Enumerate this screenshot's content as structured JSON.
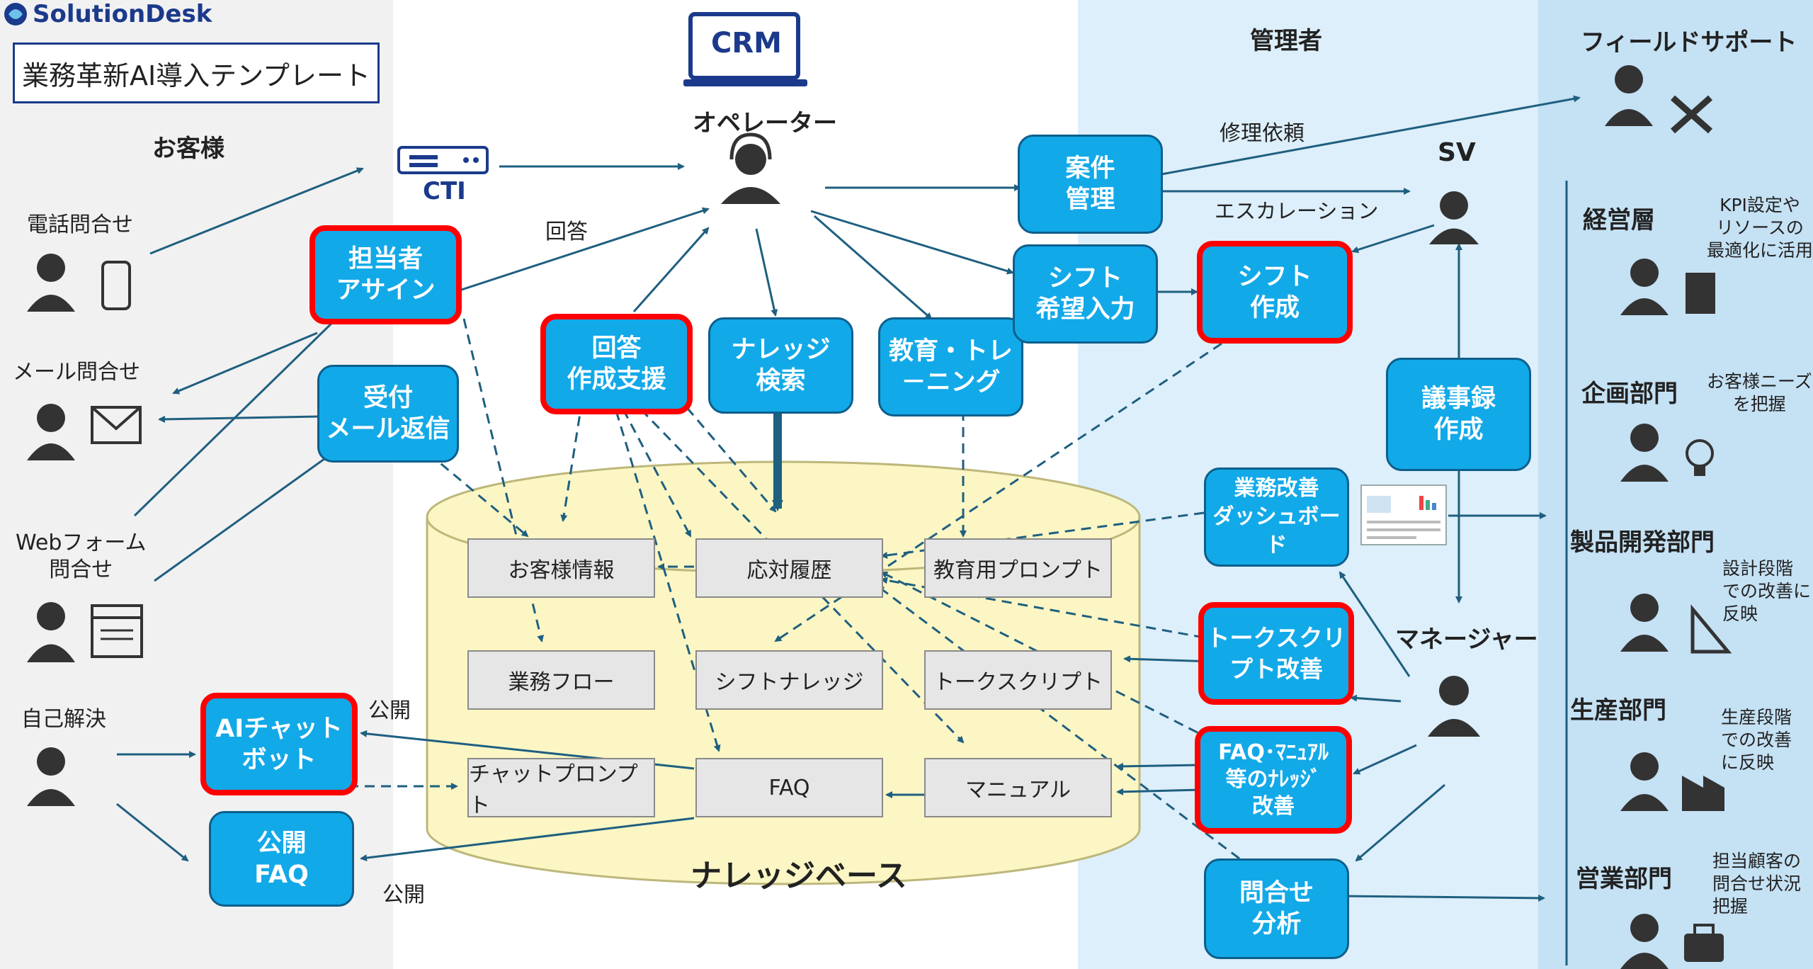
{
  "brand": {
    "name": "SolutionDesk",
    "template_title": "業務革新AI導入テンプレート"
  },
  "sections": {
    "customer": "お客様",
    "manager": "管理者",
    "field_support": "フィールドサポート"
  },
  "system": {
    "crm": "CRM",
    "cti": "CTI",
    "operator": "オペレーター"
  },
  "customer_channels": {
    "phone": "電話問合せ",
    "mail": "メール問合せ",
    "web": "Webフォーム\n問合せ",
    "self": "自己解決"
  },
  "processes": {
    "assign": "担当者\nアサイン",
    "mail_reply": "受付\nメール返信",
    "answer_support": "回答\n作成支援",
    "knowledge_search": "ナレッジ\n検索",
    "training": "教育・トレ\n－ニング",
    "case_mgmt": "案件\n管理",
    "shift_request": "シフト\n希望入力",
    "shift_create": "シフト\n作成",
    "minutes": "議事録\n作成",
    "dashboard": "業務改善\nダッシュボード",
    "talk_improve": "トークスクリ\nプト改善",
    "faq_improve": "FAQ･ﾏﾆｭｱﾙ\n等のﾅﾚｯｼﾞ\n改善",
    "inquiry_analysis": "問合せ\n分析",
    "ai_chatbot": "AIチャット\nボット",
    "public_faq": "公開\nFAQ"
  },
  "knowledge_base": {
    "title": "ナレッジベース",
    "items": [
      "お客様情報",
      "応対履歴",
      "教育用プロンプト",
      "業務フロー",
      "シフトナレッジ",
      "トークスクリプト",
      "チャットプロンプト",
      "FAQ",
      "マニュアル"
    ]
  },
  "roles": {
    "sv": "SV",
    "manager": "マネージャー"
  },
  "arrow_labels": {
    "answer": "回答",
    "repair_request": "修理依頼",
    "escalation": "エスカレーション",
    "publish_1": "公開",
    "publish_2": "公開"
  },
  "departments": [
    {
      "name": "経営層",
      "note": "KPI設定や\nリソースの\n最適化に活用"
    },
    {
      "name": "企画部門",
      "note": "お客様ニーズ\nを把握"
    },
    {
      "name": "製品開発部門",
      "note": "設計段階\nでの改善に\n反映"
    },
    {
      "name": "生産部門",
      "note": "生産段階\nでの改善\nに反映"
    },
    {
      "name": "営業部門",
      "note": "担当顧客の\n問合せ状況\n把握"
    }
  ],
  "colors": {
    "box_fill": "#12a9e8",
    "box_border": "#0d5f8c",
    "highlight": "#ff0000",
    "arrow": "#1f5f80",
    "kb_fill": "#fbf6c4",
    "navy": "#1b3a8c"
  }
}
